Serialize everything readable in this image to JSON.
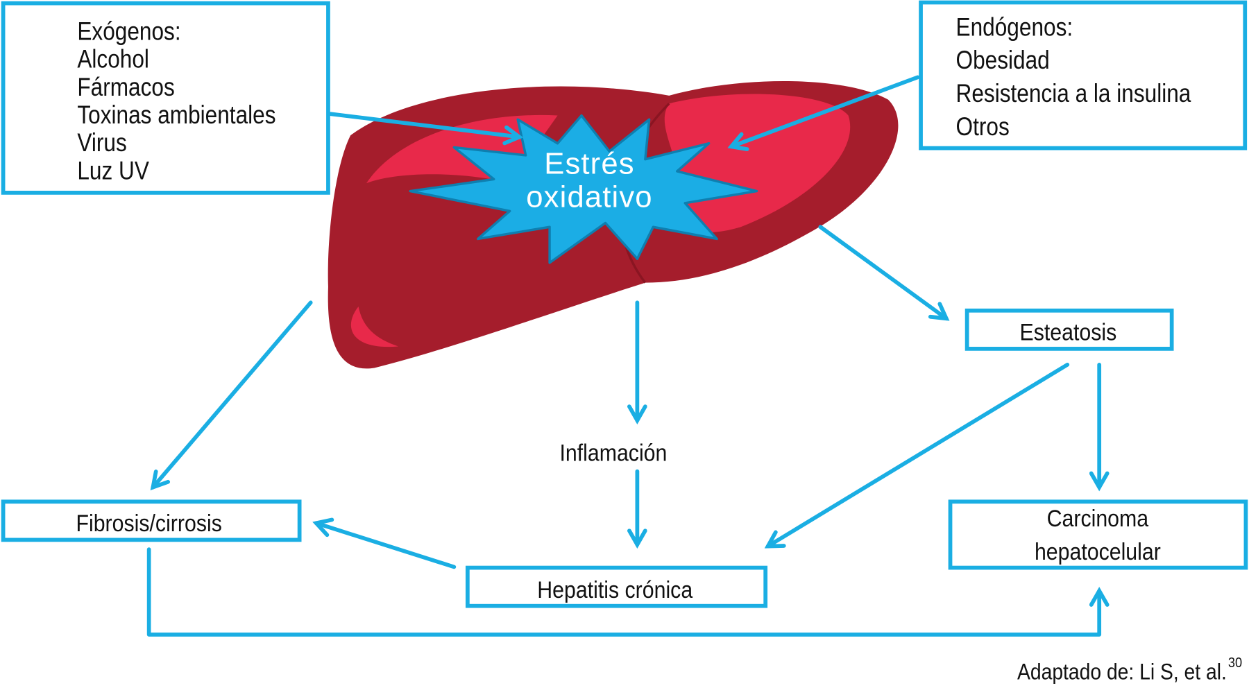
{
  "colors": {
    "arrow": "#1AAEE3",
    "liver_dark": "#A51D2C",
    "liver_light": "#E8294A",
    "star": "#1BADE5"
  },
  "exogenous": {
    "title": "Exógenos:",
    "items": [
      "Alcohol",
      "Fármacos",
      "Toxinas ambientales",
      "Virus",
      "Luz UV"
    ]
  },
  "endogenous": {
    "title": "Endógenos:",
    "items": [
      "Obesidad",
      "Resistencia a la insulina",
      "Otros"
    ]
  },
  "center": {
    "line1": "Estrés",
    "line2": "oxidativo"
  },
  "nodes": {
    "steatosis": "Esteatosis",
    "inflammation": "Inflamación",
    "fibrosis": "Fibrosis/cirrosis",
    "hepatitis": "Hepatitis crónica",
    "carcinoma_line1": "Carcinoma",
    "carcinoma_line2": "hepatocelular"
  },
  "source": {
    "text": "Adaptado de: Li S, et al.",
    "ref": "30"
  }
}
